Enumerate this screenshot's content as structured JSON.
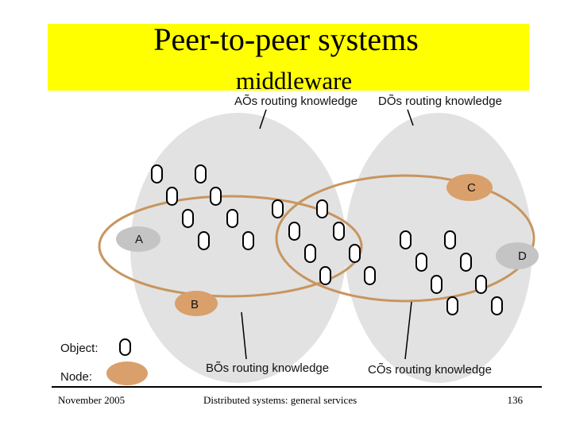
{
  "title": "Peer-to-peer systems",
  "subtitle": "middleware",
  "labels": {
    "a_knowledge": "AÕs routing knowledge",
    "d_knowledge": "DÕs routing knowledge",
    "b_knowledge": "BÕs routing knowledge",
    "c_knowledge": "CÕs routing knowledge"
  },
  "nodes": {
    "A": "A",
    "B": "B",
    "C": "C",
    "D": "D"
  },
  "legend": {
    "object": "Object:",
    "node": "Node:"
  },
  "footer": {
    "date": "November 2005",
    "course": "Distributed systems: general services",
    "page": "136"
  },
  "colors": {
    "title_band": "#ffff00",
    "region": "#e2e2e2",
    "ring": "#c8955f",
    "node_fill": "#d9a06c",
    "node_gray": "#c4c4c4"
  }
}
